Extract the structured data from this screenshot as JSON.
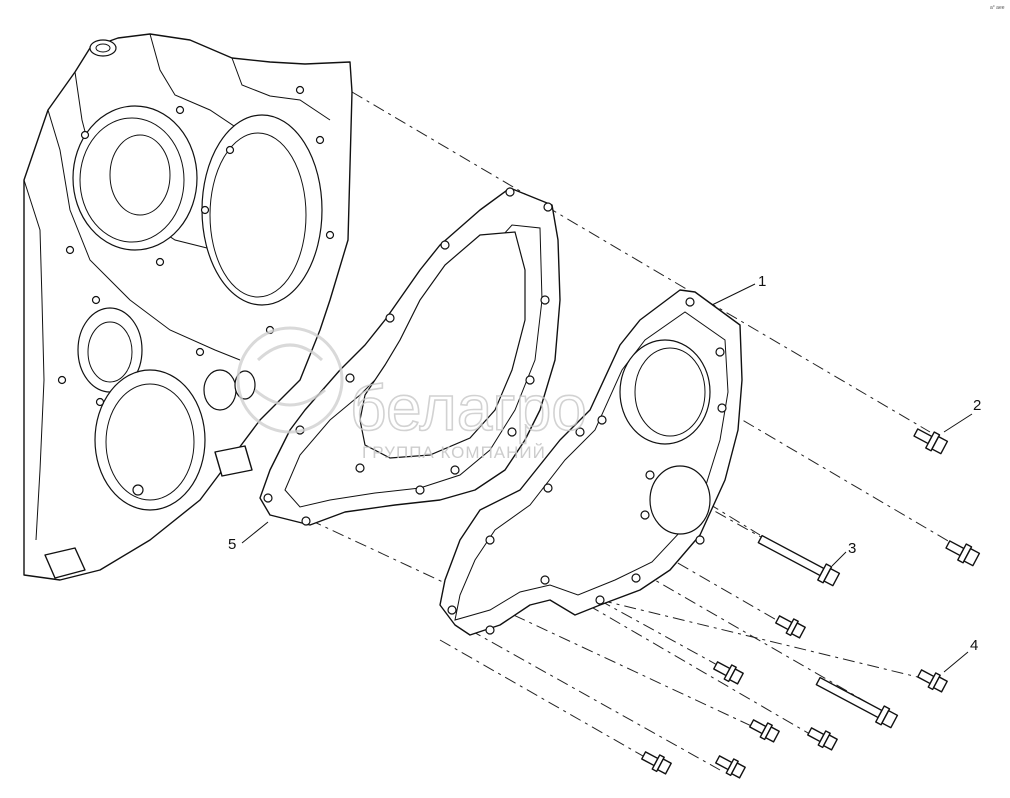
{
  "callouts": {
    "c1": "1",
    "c2": "2",
    "c3": "3",
    "c4": "4",
    "c5": "5"
  },
  "watermark": {
    "brand": "белагро",
    "subtitle": "ГРУППА КОМПАНИЙ"
  },
  "corner_code": "a° aee"
}
